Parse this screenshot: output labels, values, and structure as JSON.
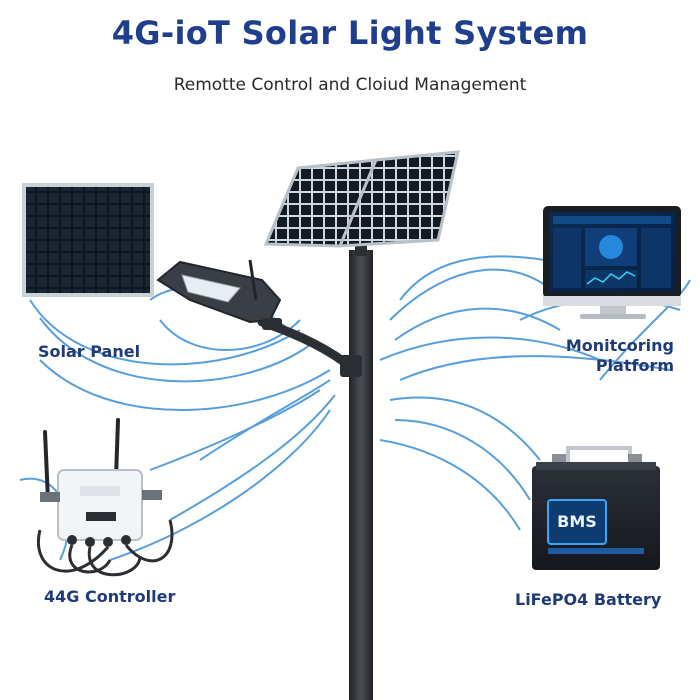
{
  "title": "4G-ioT Solar Light System",
  "subtitle": "Remotte Control and Cloiud Management",
  "components": {
    "solar_panel": {
      "label": "Solar Panel"
    },
    "monitoring_platform": {
      "label_line1": "Monitcoring",
      "label_line2": "Platform"
    },
    "controller": {
      "label": "44G Controller"
    },
    "battery": {
      "label": "LiFePO4 Battery",
      "badge": "BMS"
    }
  },
  "colors": {
    "title": "#1f3f8c",
    "label": "#1f3a78",
    "signal_waves": "#3a8fd6",
    "pole": "#2b2e33",
    "panel_cell": "#101820"
  }
}
